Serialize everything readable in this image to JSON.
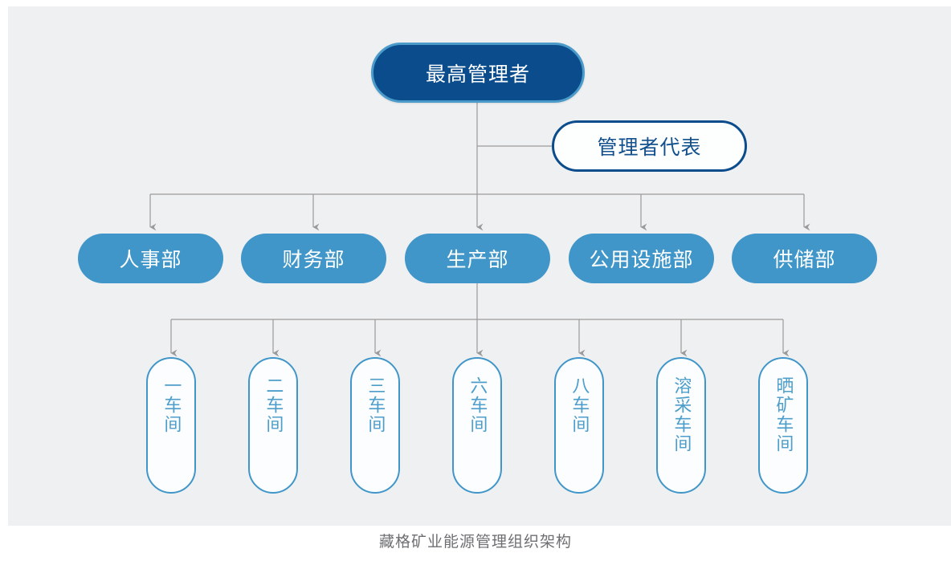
{
  "caption": "藏格矿业能源管理组织架构",
  "colors": {
    "canvas_bg": "#eff0f2",
    "page_bg": "#ffffff",
    "root_fill": "#0b4d8c",
    "root_border": "#4a9bc9",
    "rep_border": "#0b4d8c",
    "rep_text": "#13508e",
    "dept_fill": "#4096c8",
    "dept_text": "#ffffff",
    "shop_border": "#4096c8",
    "shop_text": "#4d9ecb",
    "connector": "#9a9a9a",
    "caption_text": "#6d6f72"
  },
  "chart_data": {
    "type": "diagram",
    "diagram_kind": "organization-chart",
    "title": "藏格矿业能源管理组织架构",
    "orientation": "top-down",
    "levels": 3,
    "nodes": [
      {
        "id": "root",
        "label": "最高管理者",
        "level": 0,
        "style": "filled-navy"
      },
      {
        "id": "rep",
        "label": "管理者代表",
        "level": 1,
        "style": "outline-navy"
      },
      {
        "id": "d1",
        "label": "人事部",
        "level": 1,
        "style": "filled-blue"
      },
      {
        "id": "d2",
        "label": "财务部",
        "level": 1,
        "style": "filled-blue"
      },
      {
        "id": "d3",
        "label": "生产部",
        "level": 1,
        "style": "filled-blue"
      },
      {
        "id": "d4",
        "label": "公用设施部",
        "level": 1,
        "style": "filled-blue"
      },
      {
        "id": "d5",
        "label": "供储部",
        "level": 1,
        "style": "filled-blue"
      },
      {
        "id": "w1",
        "label": "一车间",
        "level": 2,
        "style": "outline-blue"
      },
      {
        "id": "w2",
        "label": "二车间",
        "level": 2,
        "style": "outline-blue"
      },
      {
        "id": "w3",
        "label": "三车间",
        "level": 2,
        "style": "outline-blue"
      },
      {
        "id": "w4",
        "label": "六车间",
        "level": 2,
        "style": "outline-blue"
      },
      {
        "id": "w5",
        "label": "八车间",
        "level": 2,
        "style": "outline-blue"
      },
      {
        "id": "w6",
        "label": "溶采车间",
        "level": 2,
        "style": "outline-blue"
      },
      {
        "id": "w7",
        "label": "晒矿车间",
        "level": 2,
        "style": "outline-blue"
      }
    ],
    "edges": [
      {
        "from": "root",
        "to": "rep",
        "arrow": false
      },
      {
        "from": "root",
        "to": "d1",
        "arrow": true
      },
      {
        "from": "root",
        "to": "d2",
        "arrow": true
      },
      {
        "from": "root",
        "to": "d3",
        "arrow": true
      },
      {
        "from": "root",
        "to": "d4",
        "arrow": true
      },
      {
        "from": "root",
        "to": "d5",
        "arrow": true
      },
      {
        "from": "d3",
        "to": "w1",
        "arrow": true
      },
      {
        "from": "d3",
        "to": "w2",
        "arrow": true
      },
      {
        "from": "d3",
        "to": "w3",
        "arrow": true
      },
      {
        "from": "d3",
        "to": "w4",
        "arrow": true
      },
      {
        "from": "d3",
        "to": "w5",
        "arrow": true
      },
      {
        "from": "d3",
        "to": "w6",
        "arrow": true
      },
      {
        "from": "d3",
        "to": "w7",
        "arrow": true
      }
    ]
  },
  "root": {
    "label": "最高管理者"
  },
  "representative": {
    "label": "管理者代表"
  },
  "departments": [
    {
      "label": "人事部"
    },
    {
      "label": "财务部"
    },
    {
      "label": "生产部"
    },
    {
      "label": "公用设施部"
    },
    {
      "label": "供储部"
    }
  ],
  "workshops": [
    {
      "label": "一车间"
    },
    {
      "label": "二车间"
    },
    {
      "label": "三车间"
    },
    {
      "label": "六车间"
    },
    {
      "label": "八车间"
    },
    {
      "label": "溶采车间"
    },
    {
      "label": "晒矿车间"
    }
  ]
}
